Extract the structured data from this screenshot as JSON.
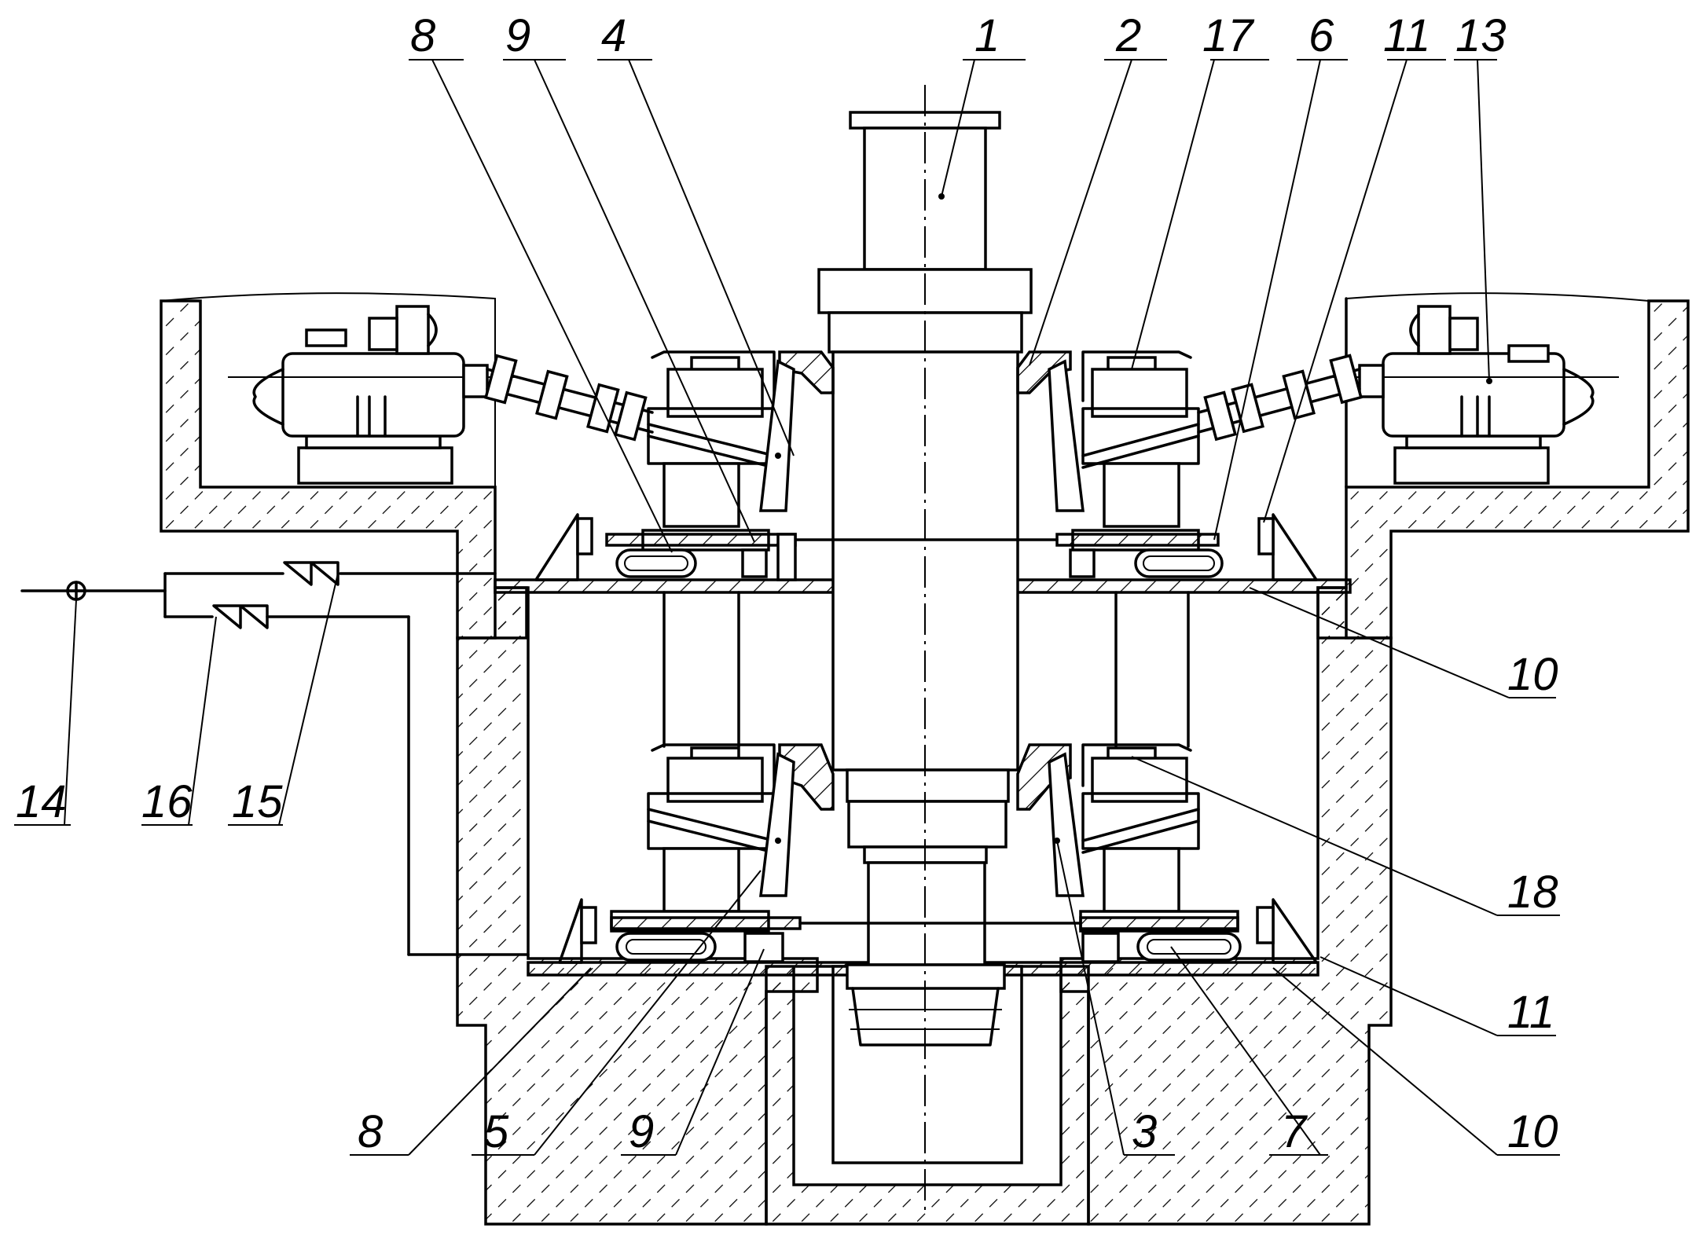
{
  "labels": {
    "l1": "1",
    "l2": "2",
    "l3": "3",
    "l4": "4",
    "l5": "5",
    "l6": "6",
    "l7": "7",
    "l8a": "8",
    "l8b": "8",
    "l9a": "9",
    "l9b": "9",
    "l10a": "10",
    "l10b": "10",
    "l11a": "11",
    "l11b": "11",
    "l13": "13",
    "l14": "14",
    "l15": "15",
    "l16": "16",
    "l17": "17",
    "l18": "18"
  }
}
